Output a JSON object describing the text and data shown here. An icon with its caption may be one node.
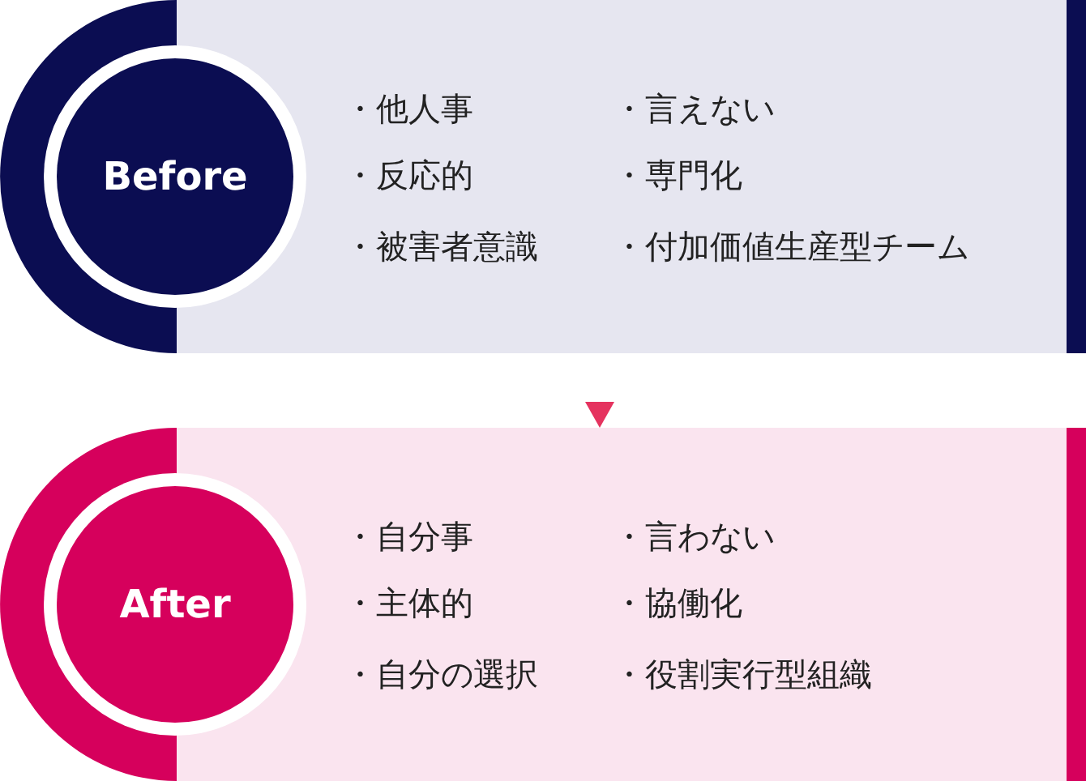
{
  "diagram": {
    "nodes": [
      {
        "text": [
          "・他人事",
          "・言えない",
          "・反応的",
          "・専門化",
          "・被害者意識",
          "・付加価値生産型チーム"
        ]
      },
      {
        "text": [
          "Before"
        ]
      },
      {
        "text": [
          "・自分事",
          "・言わない",
          "・主体的",
          "・協働化",
          "・自分の選択",
          "・役割実行型組織"
        ]
      },
      {
        "text": [
          "After"
        ]
      }
    ],
    "edges": [
      {
        "from": 0,
        "to": 2,
        "arrow": "to"
      }
    ]
  }
}
